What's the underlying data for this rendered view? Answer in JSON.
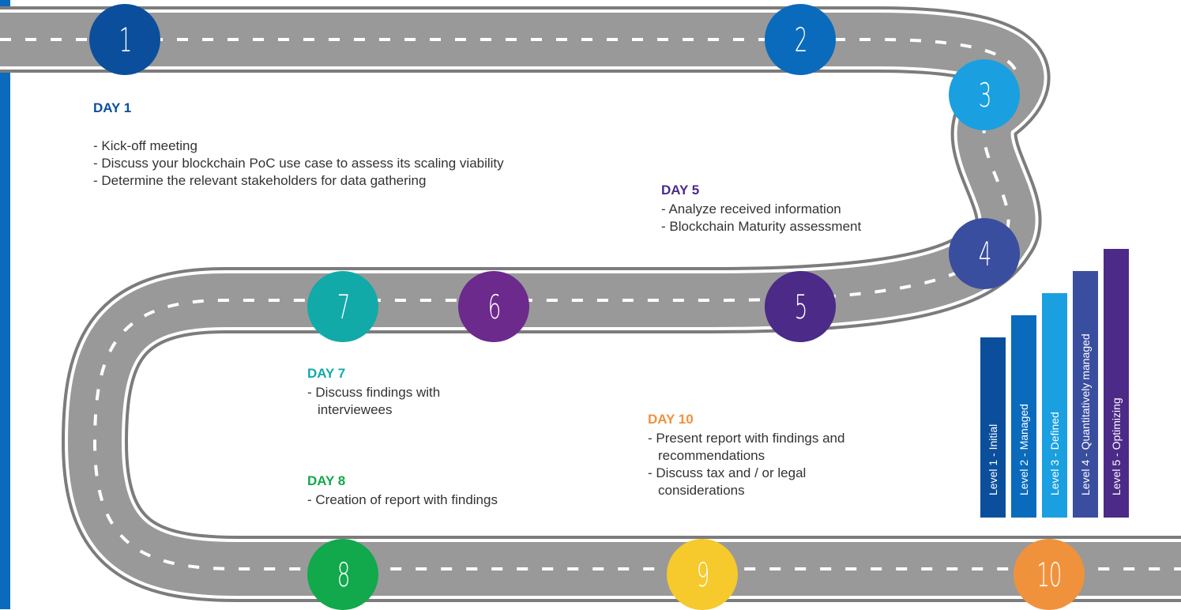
{
  "steps": {
    "s1": {
      "label": "1",
      "color": "#0b4f9c"
    },
    "s2": {
      "label": "2",
      "color": "#0a6bbd"
    },
    "s3": {
      "label": "3",
      "color": "#1aa0e0"
    },
    "s4": {
      "label": "4",
      "color": "#3a4ea0"
    },
    "s5": {
      "label": "5",
      "color": "#4b2a88"
    },
    "s6": {
      "label": "6",
      "color": "#6b2a8c"
    },
    "s7": {
      "label": "7",
      "color": "#12aaa8"
    },
    "s8": {
      "label": "8",
      "color": "#12a84c"
    },
    "s9": {
      "label": "9",
      "color": "#f6c92c"
    },
    "s10": {
      "label": "10",
      "color": "#f0923c"
    }
  },
  "days": {
    "day1": {
      "title": "DAY 1",
      "color": "#0b4f9c",
      "items": [
        "Kick-off meeting",
        "Discuss your blockchain PoC use case to assess its scaling viability",
        "Determine the relevant stakeholders for data gathering"
      ]
    },
    "day5": {
      "title": "DAY 5",
      "color": "#4b2a88",
      "items": [
        "Analyze received information",
        "Blockchain Maturity assessment"
      ]
    },
    "day7": {
      "title": "DAY 7",
      "color": "#12aaa8",
      "items": [
        "Discuss findings with interviewees"
      ]
    },
    "day8": {
      "title": "DAY 8",
      "color": "#12a84c",
      "items": [
        "Creation of report with findings"
      ]
    },
    "day10": {
      "title": "DAY 10",
      "color": "#f0923c",
      "items": [
        "Present report with findings and recommendations",
        "Discuss tax and / or legal considerations"
      ]
    }
  },
  "levels": [
    {
      "label": "Level 1 - Initial",
      "color": "#0b4f9c",
      "value": 1
    },
    {
      "label": "Level 2 - Managed",
      "color": "#0a6bbd",
      "value": 2
    },
    {
      "label": "Level 3 - Defined",
      "color": "#1aa0e0",
      "value": 3
    },
    {
      "label": "Level 4 - Quantitatively managed",
      "color": "#3a4ea0",
      "value": 4
    },
    {
      "label": "Level 5 - Optimizing",
      "color": "#4b2a88",
      "value": 5
    }
  ],
  "road_color": "#9a9a9a"
}
